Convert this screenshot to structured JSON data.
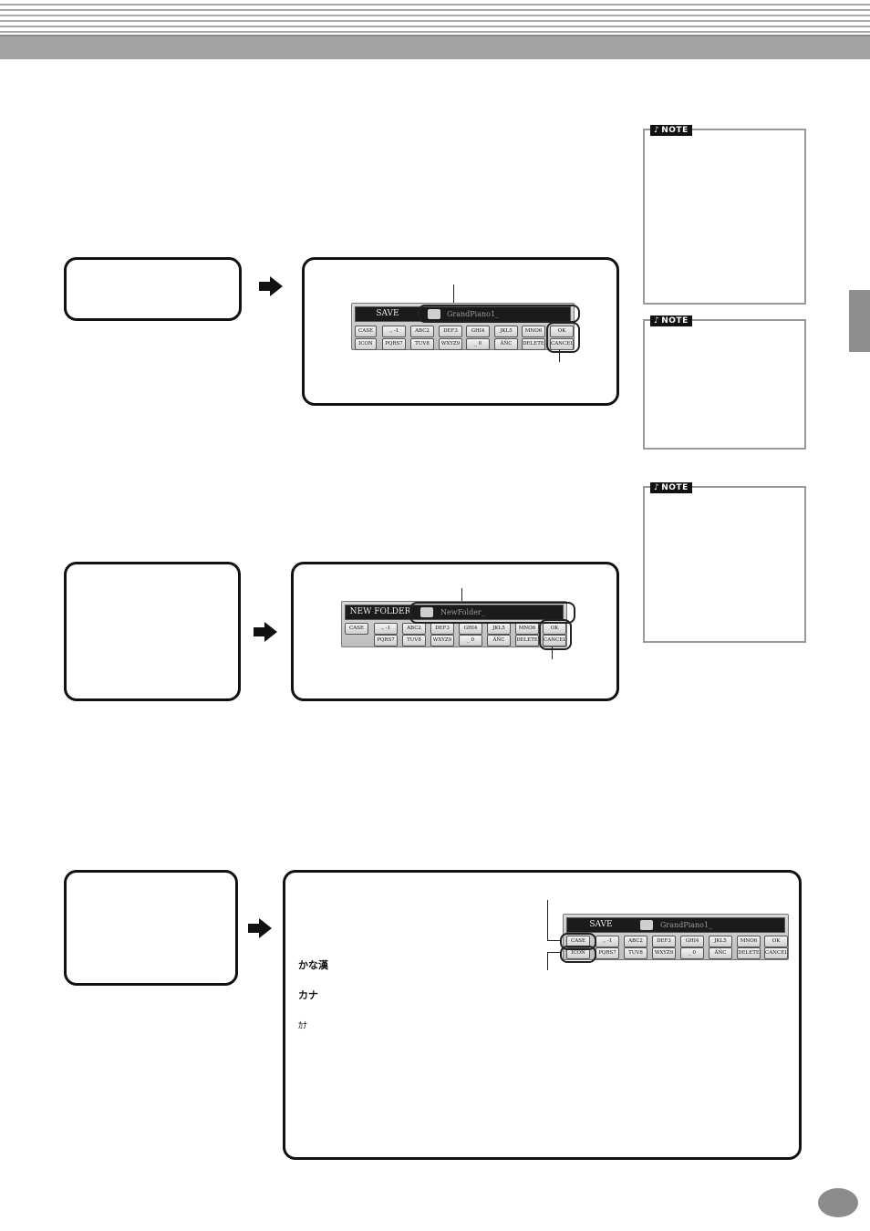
{
  "header": {
    "note_label": "NOTE"
  },
  "keyboard_save": {
    "title": "SAVE",
    "name": "GrandPiano1_",
    "row1": [
      "CASE",
      "., -1",
      "ABC2",
      "DEF3",
      "GHI4",
      "JKL5",
      "MNO6",
      "OK"
    ],
    "row2": [
      "ICON",
      "PQRS7",
      "TUV8",
      "WXYZ9",
      "_ 0",
      "ÄÑC",
      "DELETE",
      "CANCEL"
    ]
  },
  "keyboard_folder": {
    "title": "NEW FOLDER",
    "name": "NewFolder_",
    "row1": [
      "CASE",
      "., -1",
      "ABC2",
      "DEF3",
      "GHI4",
      "JKL5",
      "MNO6",
      "OK"
    ],
    "row2": [
      "PQRS7",
      "TUV8",
      "WXYZ9",
      "_ 0",
      "ÄÑC",
      "DELETE",
      "CANCEL"
    ]
  },
  "keyboard_save_3": {
    "title": "SAVE",
    "name": "GrandPiano1_",
    "row1": [
      "CASE",
      "., -1",
      "ABC2",
      "DEF3",
      "GHI4",
      "JKL5",
      "MNO6",
      "OK"
    ],
    "row2": [
      "ICON",
      "PQRS7",
      "TUV8",
      "WXYZ9",
      "_ 0",
      "ÄÑC",
      "DELETE",
      "CANCEL"
    ]
  },
  "case_modes": [
    "かな漢",
    "カナ",
    "ｶﾅ"
  ]
}
